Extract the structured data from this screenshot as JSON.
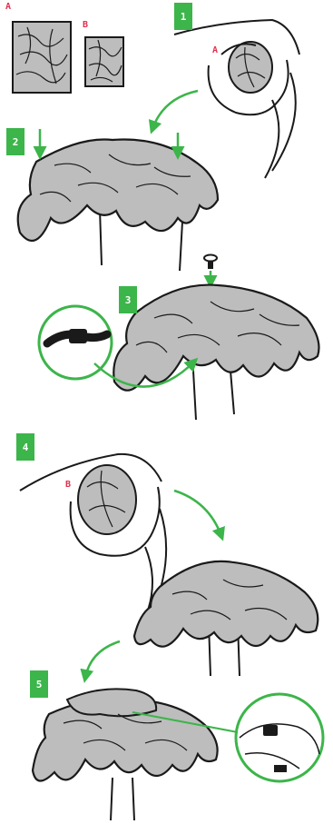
{
  "steps": [
    {
      "number": "1"
    },
    {
      "number": "2"
    },
    {
      "number": "3"
    },
    {
      "number": "4"
    },
    {
      "number": "5"
    }
  ],
  "part_labels": {
    "a_sheet": "A",
    "b_sheet": "B",
    "a_hand": "A",
    "b_hand": "B"
  },
  "colors": {
    "step_badge": "#3cb54a",
    "arrow": "#3cb54a",
    "part_label": "#e0314f",
    "paper_fill": "#bdbdbd",
    "outline": "#1a1a1a",
    "background": "#ffffff"
  },
  "icons": {
    "pin": "pin-icon",
    "wire_tie": "twist-tie-icon",
    "mesh_clip": "mesh-clip-icon"
  }
}
